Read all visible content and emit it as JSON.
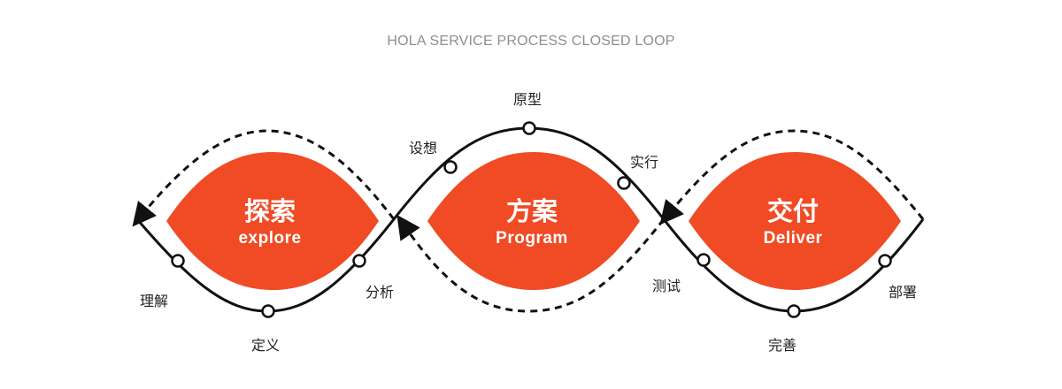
{
  "title": "HOLA SERVICE PROCESS CLOSED LOOP",
  "colors": {
    "accent": "#f04b25",
    "line": "#111111",
    "node_fill": "#ffffff"
  },
  "phases": [
    {
      "zh": "探索",
      "en": "explore"
    },
    {
      "zh": "方案",
      "en": "Program"
    },
    {
      "zh": "交付",
      "en": "Deliver"
    }
  ],
  "steps": {
    "understand": "理解",
    "define": "定义",
    "analyze": "分析",
    "envision": "设想",
    "prototype": "原型",
    "implement": "实行",
    "test": "测试",
    "refine": "完善",
    "deploy": "部署"
  }
}
